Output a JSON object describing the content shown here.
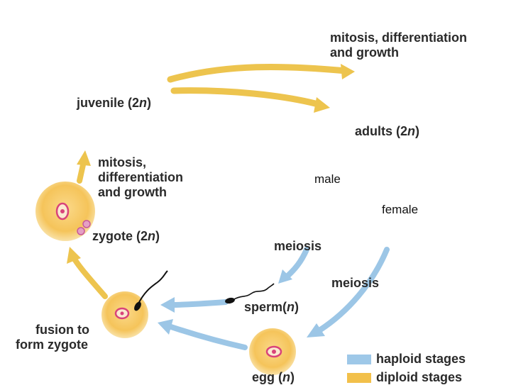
{
  "labels": {
    "top_process_line1": "mitosis, differentiation",
    "top_process_line2": "and growth",
    "juvenile": "juvenile (2",
    "juvenile_n": "n",
    "juvenile_close": ")",
    "adults": "adults (2",
    "adults_n": "n",
    "adults_close": ")",
    "male": "male",
    "female": "female",
    "left_process_line1": "mitosis,",
    "left_process_line2": "differentiation",
    "left_process_line3": "and growth",
    "zygote": "zygote (2",
    "zygote_n": "n",
    "zygote_close": ")",
    "meiosis_male": "meiosis",
    "meiosis_female": "meiosis",
    "sperm": "sperm(",
    "sperm_n": "n",
    "sperm_close": ")",
    "fusion_line1": "fusion to",
    "fusion_line2": "form zygote",
    "egg": "egg (",
    "egg_n": "n",
    "egg_close": ")"
  },
  "legend": [
    {
      "label": "haploid stages",
      "color": "#9ec8e8"
    },
    {
      "label": "diploid stages",
      "color": "#f2c04a"
    }
  ],
  "colors": {
    "diploid_arrow": "#edc44e",
    "haploid_arrow": "#9cc6e6",
    "cell_fill": "#f6c760",
    "nucleus": "#d9437a"
  }
}
